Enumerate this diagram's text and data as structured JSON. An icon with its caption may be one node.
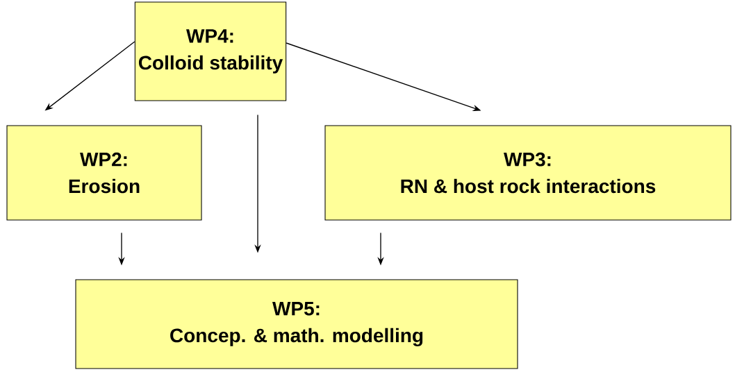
{
  "diagram": {
    "nodes": [
      {
        "text": [
          "WP4:",
          "Colloid stability"
        ]
      },
      {
        "text": [
          "WP2:",
          "Erosion"
        ]
      },
      {
        "text": [
          "WP3:",
          "RN & host rock interactions"
        ]
      },
      {
        "text": [
          "WP5:",
          "Concep. & math. modelling"
        ]
      }
    ],
    "edges": [
      {
        "from": 0,
        "to": 1,
        "arrow": "to"
      },
      {
        "from": 0,
        "to": 2,
        "arrow": "to"
      },
      {
        "from": 0,
        "to": 3,
        "arrow": "to"
      },
      {
        "from": 1,
        "to": 3,
        "arrow": "to"
      },
      {
        "from": 2,
        "to": 3,
        "arrow": "to"
      }
    ]
  }
}
